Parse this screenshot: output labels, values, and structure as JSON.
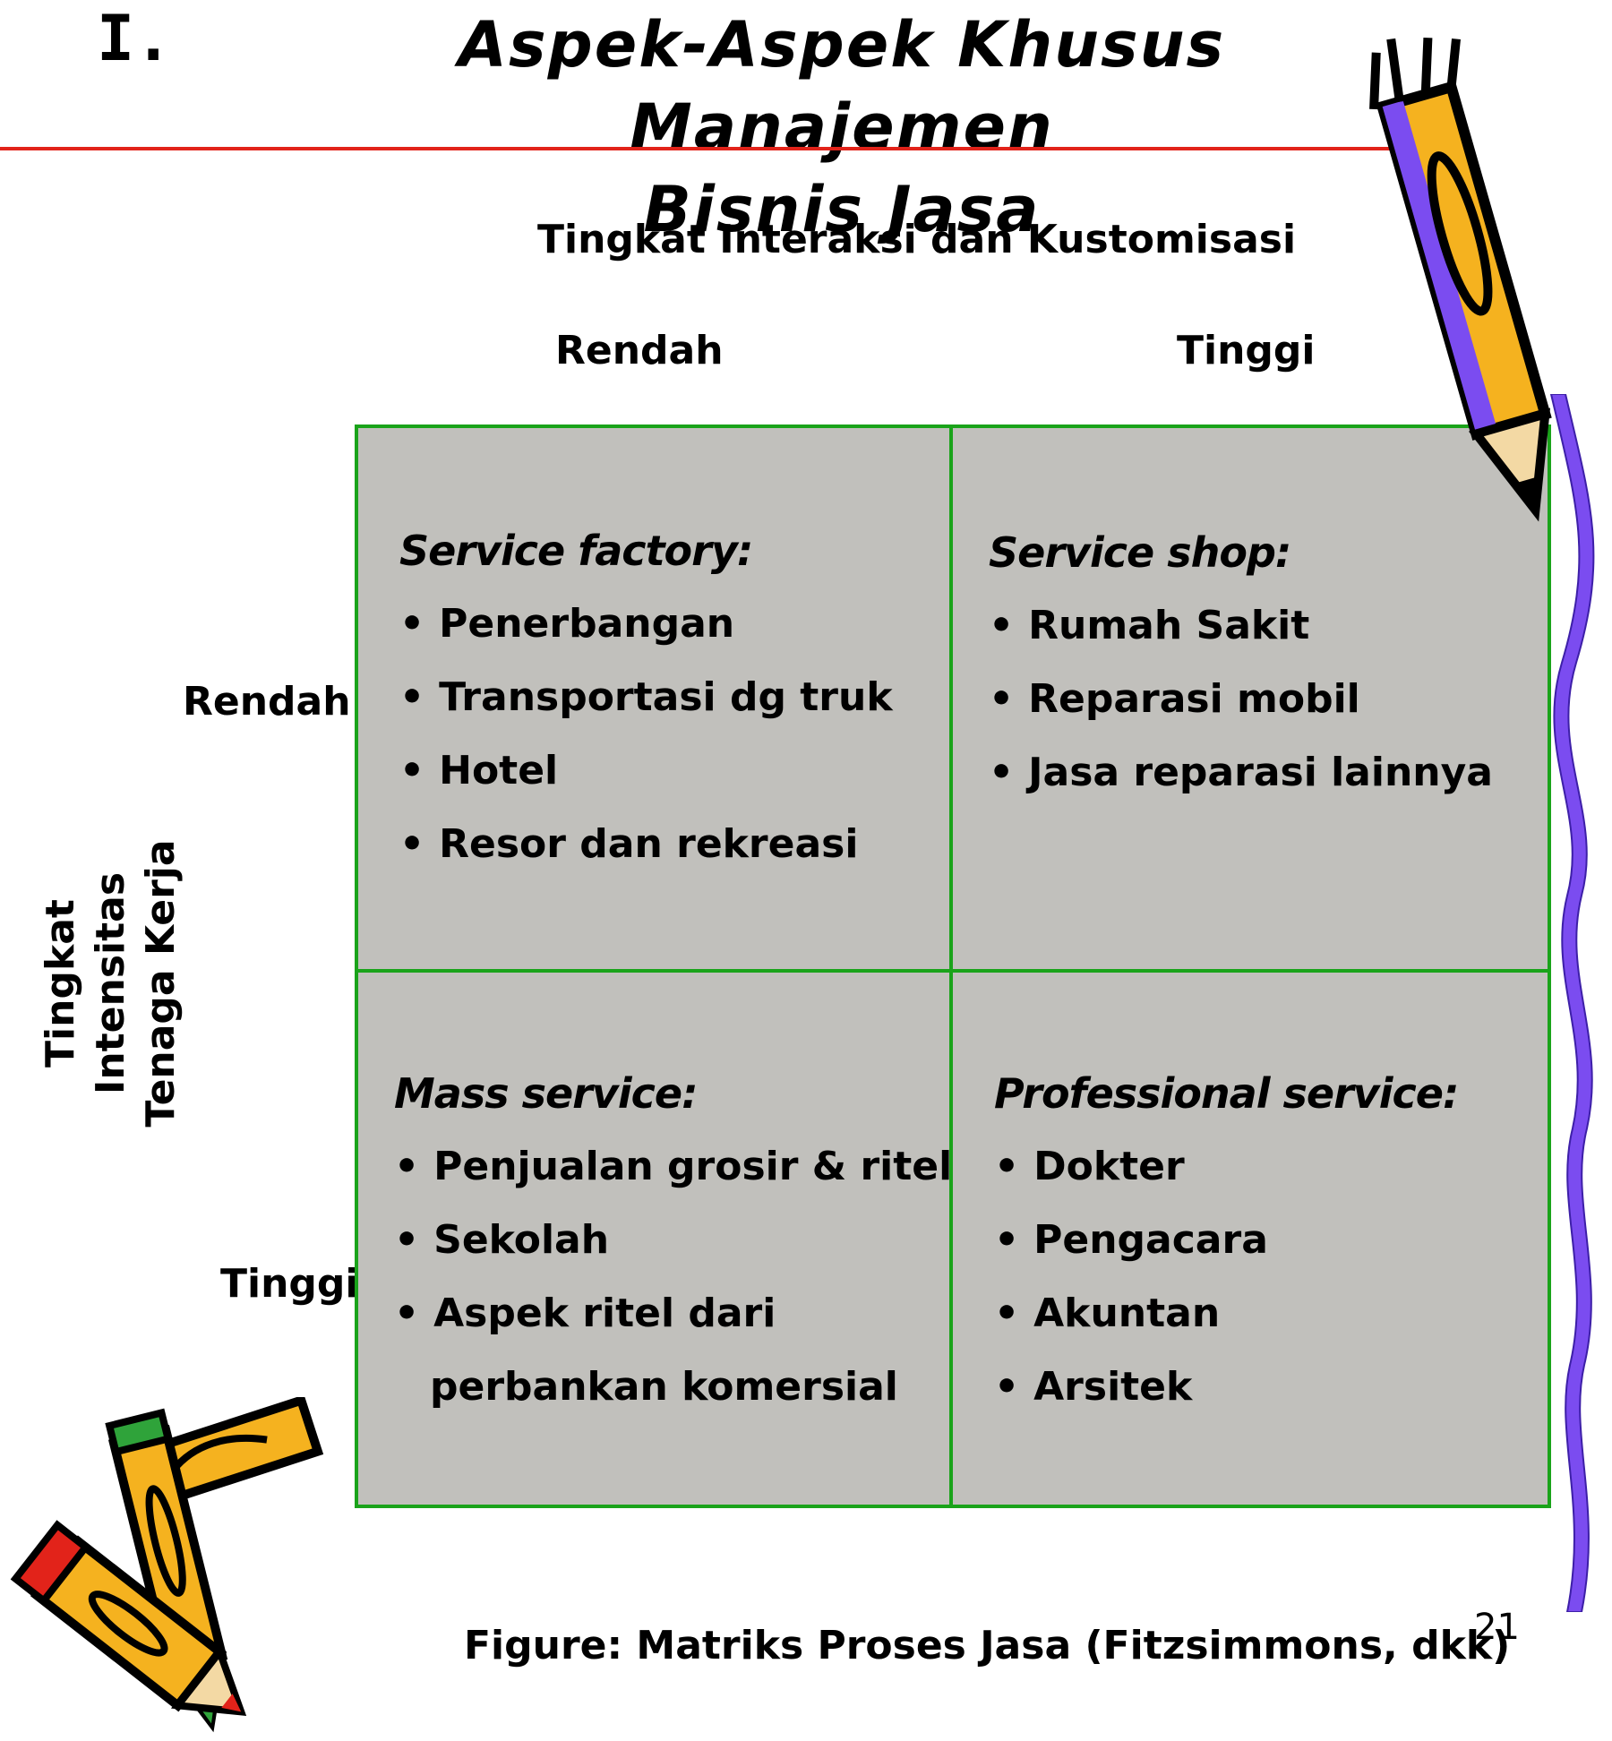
{
  "title": {
    "number": "I.",
    "line1": "Aspek-Aspek Khusus Manajemen",
    "line2": "Bisnis Jasa"
  },
  "axes": {
    "top_title": "Tingkat Interaksi dan Kustomisasi",
    "top_low": "Rendah",
    "top_high": "Tinggi",
    "side_title_line1": "Tingkat Intensitas",
    "side_title_line2": "Tenaga Kerja",
    "side_low": "Rendah",
    "side_high": "Tinggi"
  },
  "quadrants": {
    "top_left": {
      "heading": "Service factory:",
      "items": [
        "Penerbangan",
        "Transportasi dg truk",
        "Hotel",
        "Resor dan rekreasi"
      ]
    },
    "top_right": {
      "heading": "Service shop:",
      "items": [
        "Rumah Sakit",
        "Reparasi mobil",
        "Jasa reparasi lainnya"
      ]
    },
    "bottom_left": {
      "heading": "Mass service:",
      "items": [
        "Penjualan grosir & ritel",
        "Sekolah",
        "Aspek ritel dari"
      ],
      "continuation": "perbankan komersial"
    },
    "bottom_right": {
      "heading": "Professional service:",
      "items": [
        "Dokter",
        "Pengacara",
        "Akuntan",
        "Arsitek"
      ]
    }
  },
  "caption": "Figure: Matriks Proses Jasa (Fitzsimmons, dkk)",
  "page_number": "21",
  "colors": {
    "rule": "#e2231a",
    "grid_border": "#1aa31a",
    "cell_fill": "#c1c0bc",
    "pencil_body": "#f5b21f",
    "ribbon": "#7b4cf0"
  }
}
